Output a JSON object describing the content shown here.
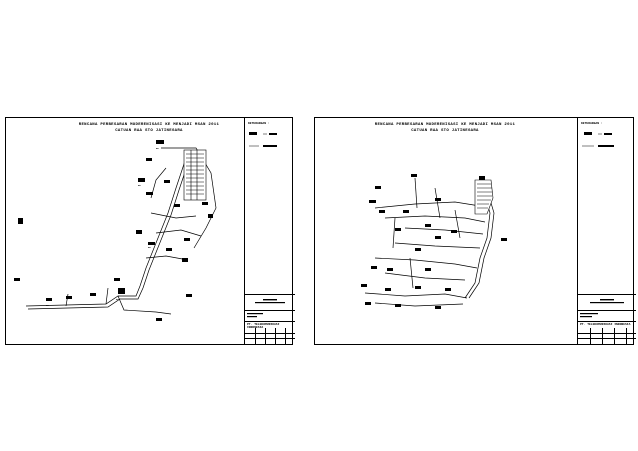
{
  "sheets": [
    {
      "title_line1": "RENCANA PERBESARAN MODERENISASI KE MENJADI MSAN 2011",
      "title_line2": "CATUAN RAA STO JATINEGARA",
      "legend_heading": "KETERANGAN :",
      "company": "PT. TELEKOMUNIKASI INDONESIA"
    },
    {
      "title_line1": "RENCANA PERBESARAN MODERENISASI KE MENJADI MSAN 2011",
      "title_line2": "CATUAN RAA STO JATINEGARA",
      "legend_heading": "KETERANGAN :",
      "company": "PT. TELEKOMUNIKASI INDONESIA"
    }
  ],
  "colors": {
    "ink": "#000000",
    "paper": "#ffffff"
  }
}
